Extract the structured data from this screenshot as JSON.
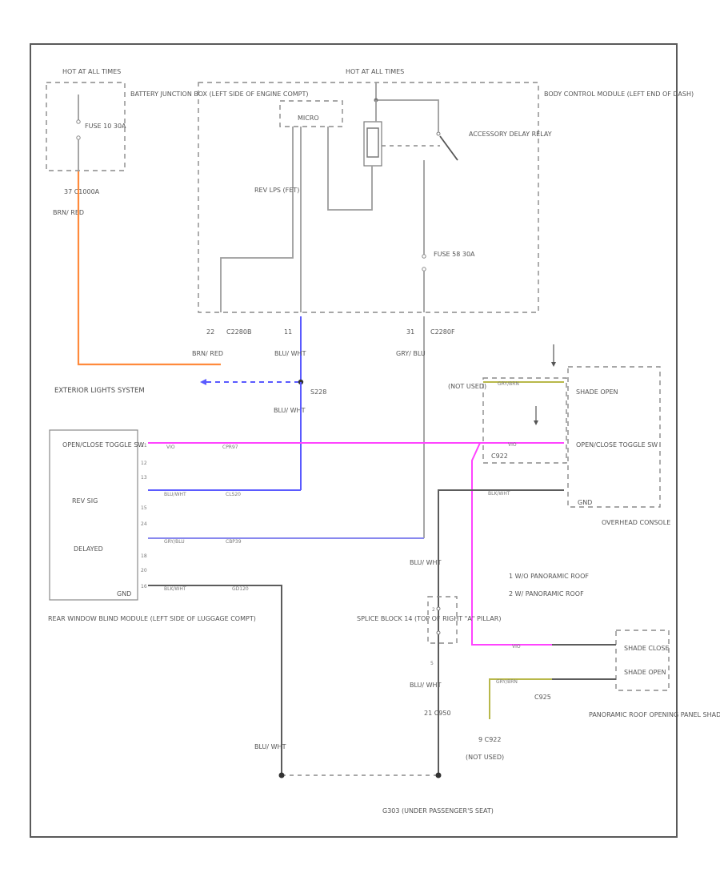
{
  "components": {
    "battery_junction_box": {
      "hot": "HOT AT ALL TIMES",
      "name": "BATTERY JUNCTION BOX (LEFT SIDE OF ENGINE COMPT)",
      "fuse": "FUSE 10 30A",
      "connector": "37  C1000A",
      "wire": "BRN/ RED"
    },
    "body_control_module": {
      "hot": "HOT AT ALL TIMES",
      "name": "BODY CONTROL MODULE (LEFT END OF DASH)",
      "micro": "MICRO",
      "relay": "ACCESSORY DELAY RELAY",
      "fuse": "FUSE 58 30A",
      "rev_label": "REV LPS (FET)"
    },
    "bcm_pins": {
      "pin22": "22",
      "c22": "C2280B",
      "pin11": "11",
      "pin31": "31",
      "c31": "C2280F"
    },
    "wire_labels": {
      "brn_red": "BRN/ RED",
      "blu_wht1": "BLU/ WHT",
      "gry_blu": "GRY/ BLU",
      "blu_wht2": "BLU/ WHT",
      "blu_wht3": "BLU/ WHT",
      "blu_wht4": "BLU/ WHT",
      "blu_wht5": "BLU/ WHT"
    },
    "exterior": {
      "label": "EXTERIOR LIGHTS SYSTEM",
      "wire": "BLU/ WHT",
      "splice": "S228"
    },
    "rear_module": {
      "name": "REAR WINDOW BLIND MODULE (LEFT SIDE OF LUGGAGE COMPT)",
      "open_close": "OPEN/CLOSE TOGGLE SW",
      "rev_sig": "REV SIG",
      "delayed": "DELAYED",
      "gnd": "GND",
      "pins": [
        "21",
        "12",
        "13",
        "15",
        "24",
        "18",
        "20",
        "16"
      ],
      "wires": {
        "pink": "VIO",
        "pink_code": "CPR97",
        "blue": "BLU/WHT",
        "blue_code": "CLS20",
        "gry": "GRY/BLU",
        "gry_code": "CBP39",
        "gnd": "BLK/WHT",
        "gnd_code": "GD120"
      }
    },
    "overhead_console": {
      "name": "OVERHEAD CONSOLE",
      "shade_open": "SHADE OPEN",
      "open_close": "OPEN/CLOSE TOGGLE SW",
      "gnd": "GND",
      "not_used": "(NOT USED)",
      "connector": "C922",
      "wire_top": "GRY/BRN",
      "wire_mid": "VIO",
      "wire_gnd": "BLK/WHT"
    },
    "notes": {
      "n1": "1  W/O PANORAMIC ROOF",
      "n2": "2  W/ PANORAMIC ROOF"
    },
    "splice_block": {
      "name": "SPLICE BLOCK 14 (TOP OF RIGHT \"A\" PILLAR)",
      "pin2": "2",
      "pin5": "5",
      "conn": "21  C950"
    },
    "panoramic": {
      "name": "PANORAMIC ROOF OPENING PANEL SHADE MOTOR (RIGHT REAR OF PANORAMIC ROOF)",
      "shade_close": "SHADE CLOSE",
      "shade_open": "SHADE OPEN",
      "conn": "C925",
      "not_used": "(NOT USED)",
      "conn2": "9  C922",
      "wire_vio": "VIO",
      "wire_gry": "GRY/BRN"
    },
    "ground": {
      "name": "G303 (UNDER PASSENGER'S SEAT)"
    }
  },
  "colors": {
    "orange": "#ff8a3c",
    "blue": "#5a5aff",
    "pink": "#ff44ff",
    "gray": "#9c9c9c",
    "dark": "#5c5c5c"
  }
}
